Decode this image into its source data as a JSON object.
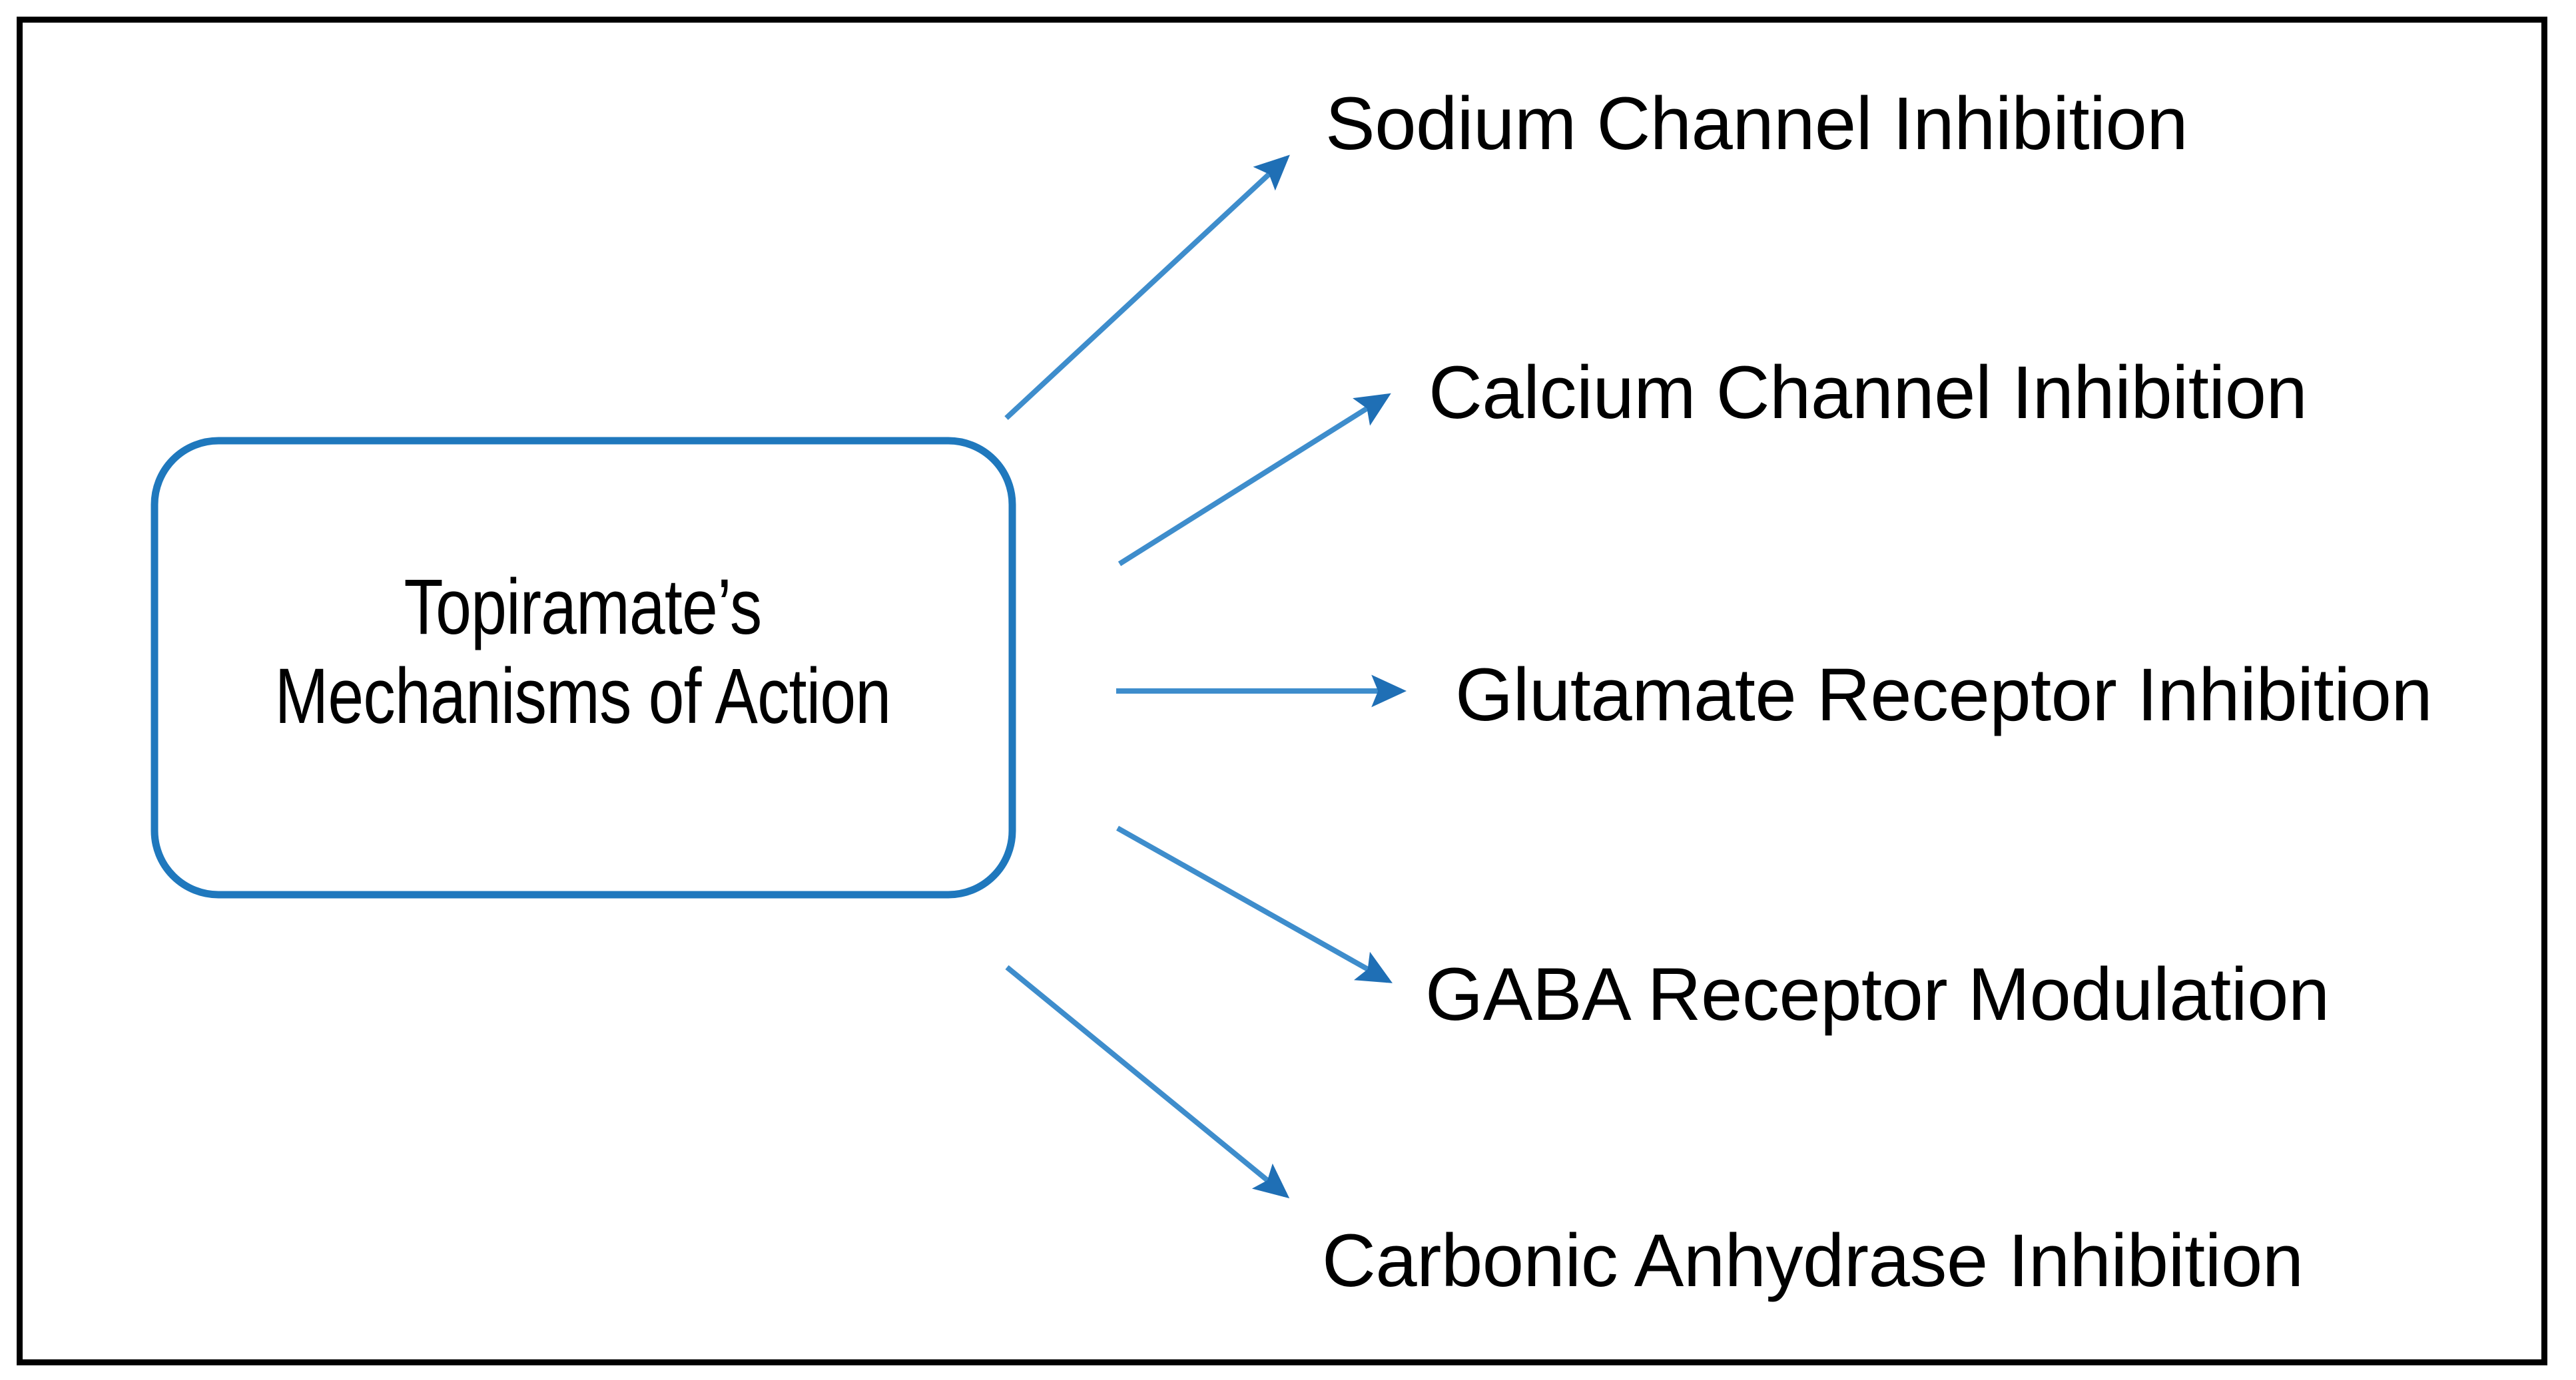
{
  "figure": {
    "frame_color": "#000000",
    "background": "#ffffff",
    "node_border_color": "#1F78BD",
    "arrow_color": "#3E8DCC",
    "arrow_head_color": "#1F6FB5",
    "text_color": "#000000"
  },
  "central_node": {
    "name": "Topiramate's Mechanisms of Action",
    "line1": "Topiramate’s",
    "line2": "Mechanisms of Action"
  },
  "branches": [
    {
      "id": "sodium-channel-inhibition",
      "label": "Sodium Channel Inhibition"
    },
    {
      "id": "calcium-channel-inhibition",
      "label": "Calcium Channel Inhibition"
    },
    {
      "id": "glutamate-receptor-inhibition",
      "label": "Glutamate Receptor Inhibition"
    },
    {
      "id": "gaba-receptor-modulation",
      "label": "GABA Receptor Modulation"
    },
    {
      "id": "carbonic-anhydrase-inhibition",
      "label": "Carbonic Anhydrase Inhibition"
    }
  ],
  "chart_data": {
    "type": "diagram",
    "diagram_kind": "radial-fan / mind-map",
    "root": "Topiramate’s Mechanisms of Action",
    "edges": [
      {
        "from": "Topiramate’s Mechanisms of Action",
        "to": "Sodium Channel Inhibition",
        "direction": "up-right"
      },
      {
        "from": "Topiramate’s Mechanisms of Action",
        "to": "Calcium Channel Inhibition",
        "direction": "up-right"
      },
      {
        "from": "Topiramate’s Mechanisms of Action",
        "to": "Glutamate Receptor Inhibition",
        "direction": "right"
      },
      {
        "from": "Topiramate’s Mechanisms of Action",
        "to": "GABA Receptor Modulation",
        "direction": "down-right"
      },
      {
        "from": "Topiramate’s Mechanisms of Action",
        "to": "Carbonic Anhydrase Inhibition",
        "direction": "down-right"
      }
    ],
    "node_count": 6,
    "edge_count": 5
  }
}
